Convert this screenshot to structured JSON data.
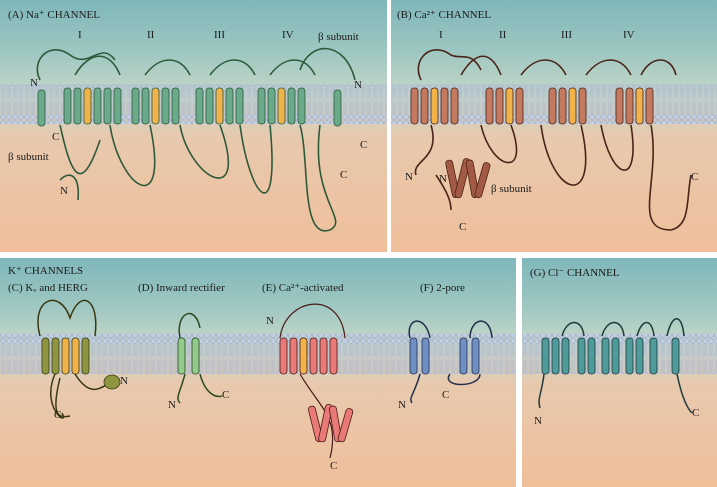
{
  "panelA": {
    "title": "(A) Na⁺ CHANNEL",
    "domains": [
      "I",
      "II",
      "III",
      "IV"
    ],
    "beta_top": "β subunit",
    "beta_left": "β subunit",
    "n_left": "N",
    "n_right": "N",
    "c_left": "C",
    "c_right": "C",
    "c_bottom": "C",
    "n_bottom": "N",
    "helix_color": "#6aa98a",
    "pore_color": "#f2b24a"
  },
  "panelB": {
    "title": "(B) Ca²⁺ CHANNEL",
    "domains": [
      "I",
      "II",
      "III",
      "IV"
    ],
    "beta": "β subunit",
    "n1": "N",
    "n2": "N",
    "c1": "C",
    "c2": "C",
    "helix_color": "#c47a5e"
  },
  "kheader": "K⁺ CHANNELS",
  "panelC": {
    "title": "(C) Kᵥ and HERG",
    "n": "N",
    "c": "C",
    "helix_color": "#8f9440"
  },
  "panelD": {
    "title": "(D) Inward rectifier",
    "n": "N",
    "c": "C",
    "helix_color": "#93c98a"
  },
  "panelE": {
    "title": "(E) Ca²⁺-activated",
    "n": "N",
    "c": "C",
    "helix_color": "#e97a78"
  },
  "panelF": {
    "title": "(F) 2-pore",
    "n": "N",
    "c": "C",
    "helix_color": "#6f8fc4"
  },
  "panelG": {
    "title": "(G) Cl⁻ CHANNEL",
    "n": "N",
    "c": "C",
    "helix_color": "#4f9a9a"
  }
}
